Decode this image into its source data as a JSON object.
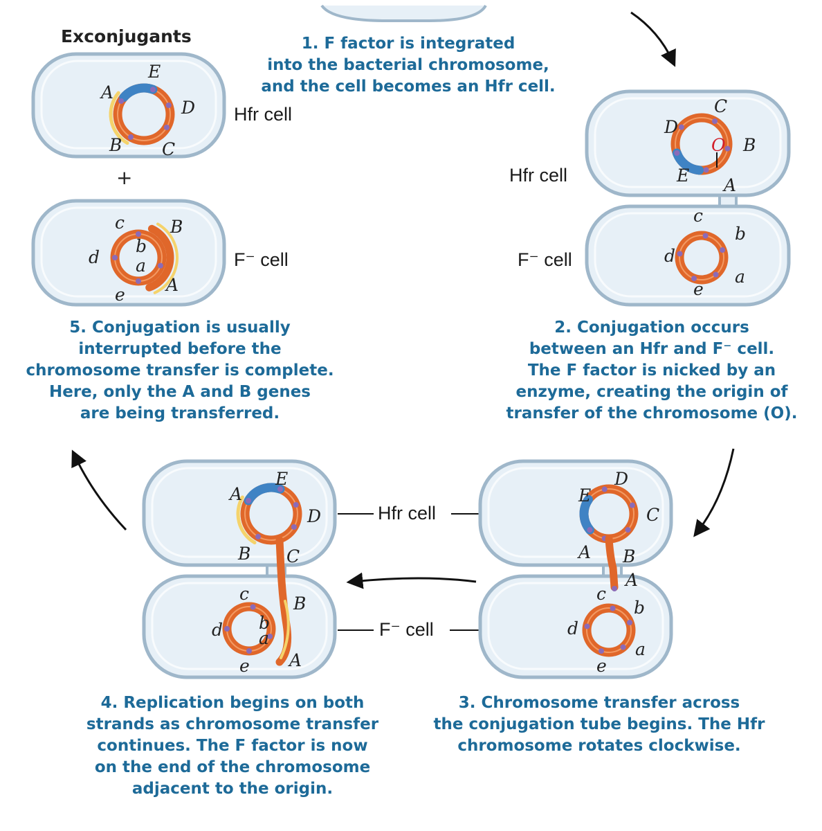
{
  "title": "Exconjugants",
  "plus": "+",
  "cell_labels": {
    "hfr": "Hfr cell",
    "fminus": "F⁻ cell"
  },
  "steps": [
    {
      "id": 1,
      "lines": [
        "1. F factor is integrated",
        "into the bacterial chromosome,",
        "and the cell becomes an Hfr cell."
      ]
    },
    {
      "id": 2,
      "lines": [
        "2. Conjugation occurs",
        "between an Hfr and F⁻ cell.",
        "The F factor is nicked by an",
        "enzyme, creating the origin of",
        "transfer of the chromosome (O)."
      ]
    },
    {
      "id": 3,
      "lines": [
        "3. Chromosome transfer across",
        "the conjugation tube begins. The Hfr",
        "chromosome rotates clockwise."
      ]
    },
    {
      "id": 4,
      "lines": [
        "4. Replication begins on both",
        "strands as chromosome transfer",
        "continues. The F factor is now",
        "on the end of the chromosome",
        "adjacent to the origin."
      ]
    },
    {
      "id": 5,
      "lines": [
        "5. Conjugation is usually",
        "interrupted before the",
        "chromosome transfer is complete.",
        "Here, only the A and B genes",
        "are being transferred."
      ]
    }
  ],
  "genes": {
    "upper": [
      "A",
      "B",
      "C",
      "D",
      "E"
    ],
    "lower": [
      "a",
      "b",
      "c",
      "d",
      "e"
    ],
    "origin": "O"
  },
  "colors": {
    "caption": "#1d6a98",
    "cell_fill": "#e7f0f7",
    "cell_stroke": "#9fb7ca",
    "chromosome": "#e0672a",
    "f_factor": "#3f83c4",
    "new_strand": "#f5d36b",
    "marker": "#8b6bb8",
    "origin": "#d21f2a"
  }
}
